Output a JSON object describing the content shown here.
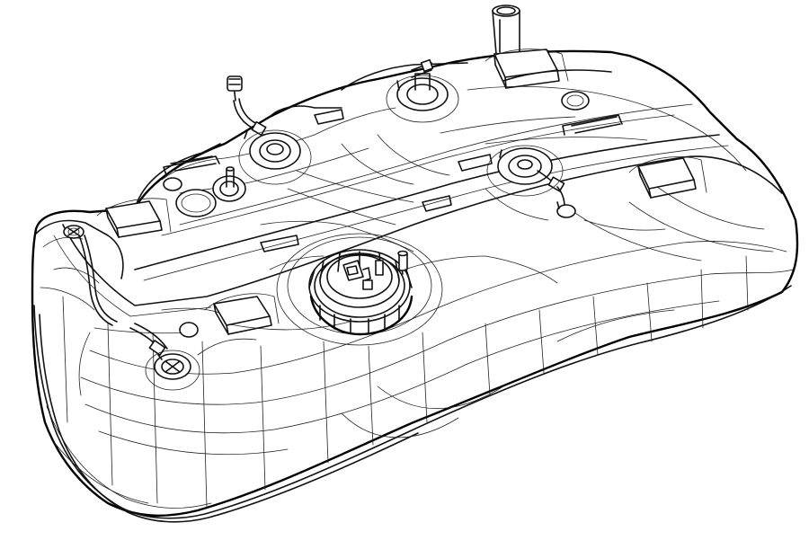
{
  "figure": {
    "background": "#ffffff",
    "line_color": "#111111",
    "parts": {
      "tank_body": "fuel-tank-body",
      "pump_flange": "fuel-pump-lock-ring",
      "filler_neck": "filler-neck-spout",
      "valves": [
        "rollover-valve-front-left",
        "rollover-valve-center",
        "rollover-valve-rear",
        "rollover-valve-right",
        "rollover-valve-front"
      ],
      "mounting_pads": [
        "mounting-pad-left",
        "mounting-pad-center",
        "mounting-pad-rear",
        "mounting-pad-right"
      ],
      "hoses": [
        "vent-hose-front",
        "vent-hose-rear"
      ]
    }
  }
}
